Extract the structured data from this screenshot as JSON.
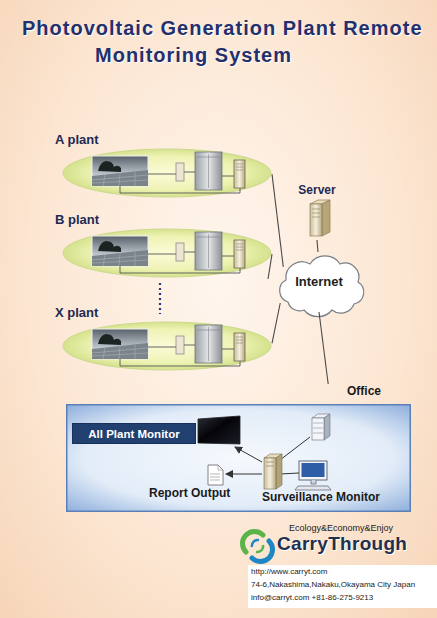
{
  "diagram": {
    "title": "Photovoltaic Generation Plant Remote Monitoring System",
    "nodes": [
      {
        "text": [
          "A plant"
        ]
      },
      {
        "text": [
          "Server"
        ]
      },
      {
        "text": [
          "B plant"
        ]
      },
      {
        "text": [
          "Internet"
        ]
      },
      {
        "text": [
          "X plant"
        ]
      },
      {
        "text": [
          "Office"
        ]
      },
      {
        "text": [
          "All Plant Monitor"
        ],
        "in": 5
      }
    ],
    "edges": [
      {
        "from": 0,
        "to": 3,
        "arrow": "none"
      },
      {
        "from": 2,
        "to": 3,
        "arrow": "none"
      },
      {
        "from": 4,
        "to": 3,
        "arrow": "none"
      },
      {
        "from": 1,
        "to": 3,
        "arrow": "none"
      },
      {
        "from": 3,
        "to": 5,
        "arrow": "none"
      }
    ],
    "labels": [
      "Report Output",
      "Surveillance Monitor",
      "Ecology&Economy&Enjoy",
      "CarryThrough",
      "http://www.carryt.com",
      "74-6,Nakashima,Nakaku,Okayama City Japan",
      "info@carryt.com +81-86-275-9213"
    ]
  }
}
